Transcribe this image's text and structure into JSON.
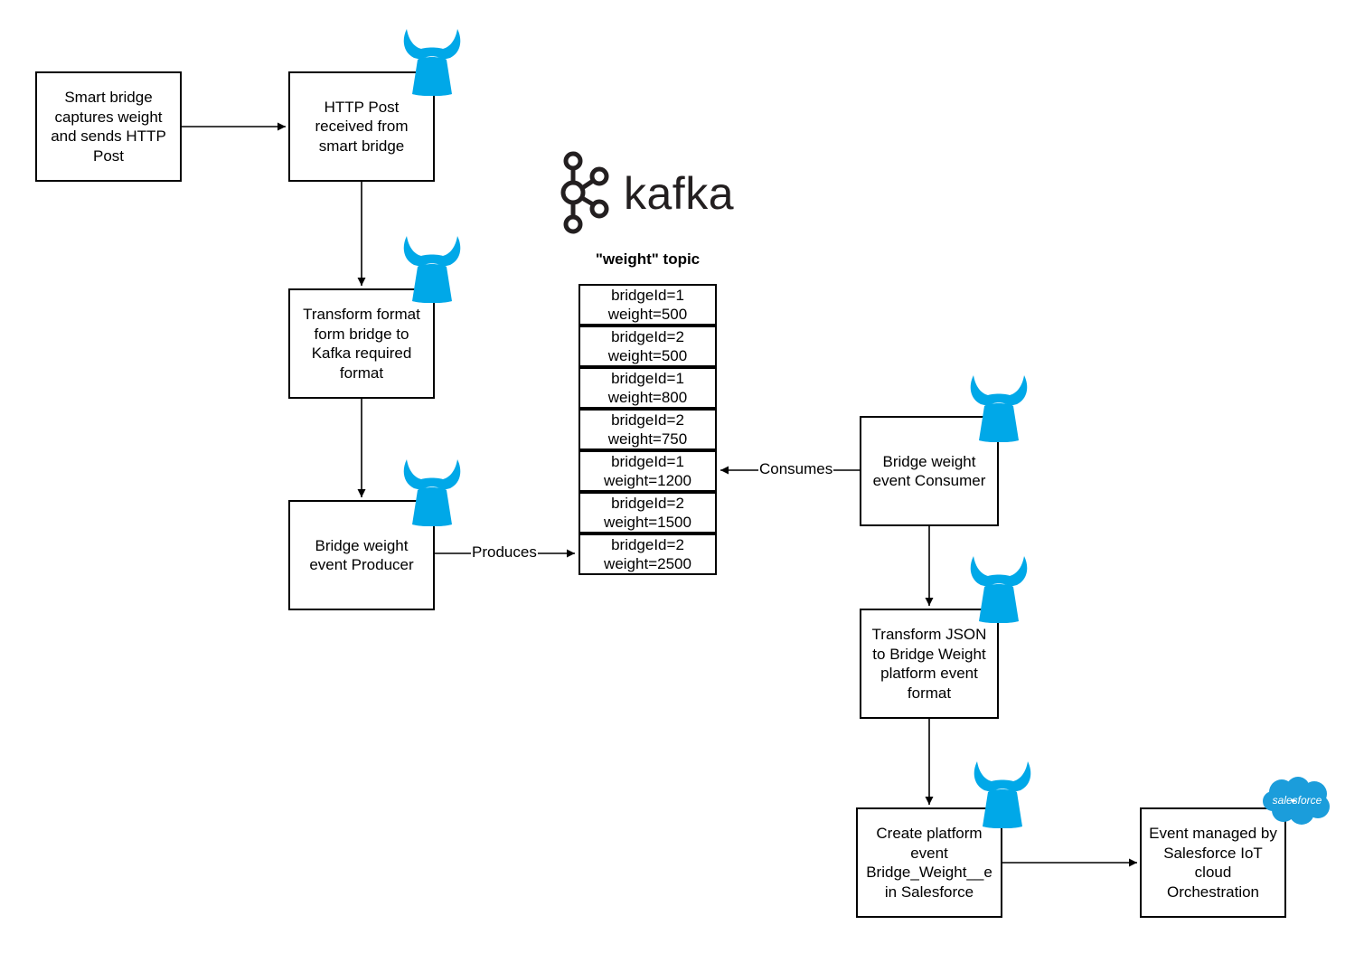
{
  "boxes": {
    "smart_bridge": "Smart bridge\ncaptures weight\nand sends HTTP\nPost",
    "http_post": "HTTP Post\nreceived from\nsmart bridge",
    "transform_format": "Transform format\nform bridge to\nKafka required\nformat",
    "producer": "Bridge weight\nevent Producer",
    "consumer": "Bridge weight\nevent Consumer",
    "transform_json": "Transform JSON\nto Bridge Weight\nplatform event\nformat",
    "create_event": "Create platform\nevent\nBridge_Weight__e\nin Salesforce",
    "salesforce_iot": "Event managed by\nSalesforce IoT\ncloud\nOrchestration"
  },
  "edge_labels": {
    "produces": "Produces",
    "consumes": "Consumes"
  },
  "kafka": {
    "wordmark": "kafka",
    "topic_title": "\"weight\" topic",
    "messages": [
      {
        "bridge": "bridgeId=1",
        "weight": "weight=500"
      },
      {
        "bridge": "bridgeId=2",
        "weight": "weight=500"
      },
      {
        "bridge": "bridgeId=1",
        "weight": "weight=800"
      },
      {
        "bridge": "bridgeId=2",
        "weight": "weight=750"
      },
      {
        "bridge": "bridgeId=1",
        "weight": "weight=1200"
      },
      {
        "bridge": "bridgeId=2",
        "weight": "weight=1500"
      },
      {
        "bridge": "bridgeId=2",
        "weight": "weight=2500"
      }
    ]
  },
  "salesforce": {
    "logo_text": "salesforce"
  },
  "icons": {
    "camel": "apache-camel-icon",
    "kafka": "kafka-logo-icon",
    "salesforce": "salesforce-cloud-icon"
  },
  "colors": {
    "camel": "#00a8e8",
    "salesforce": "#1b9ddb",
    "line": "#000000"
  }
}
